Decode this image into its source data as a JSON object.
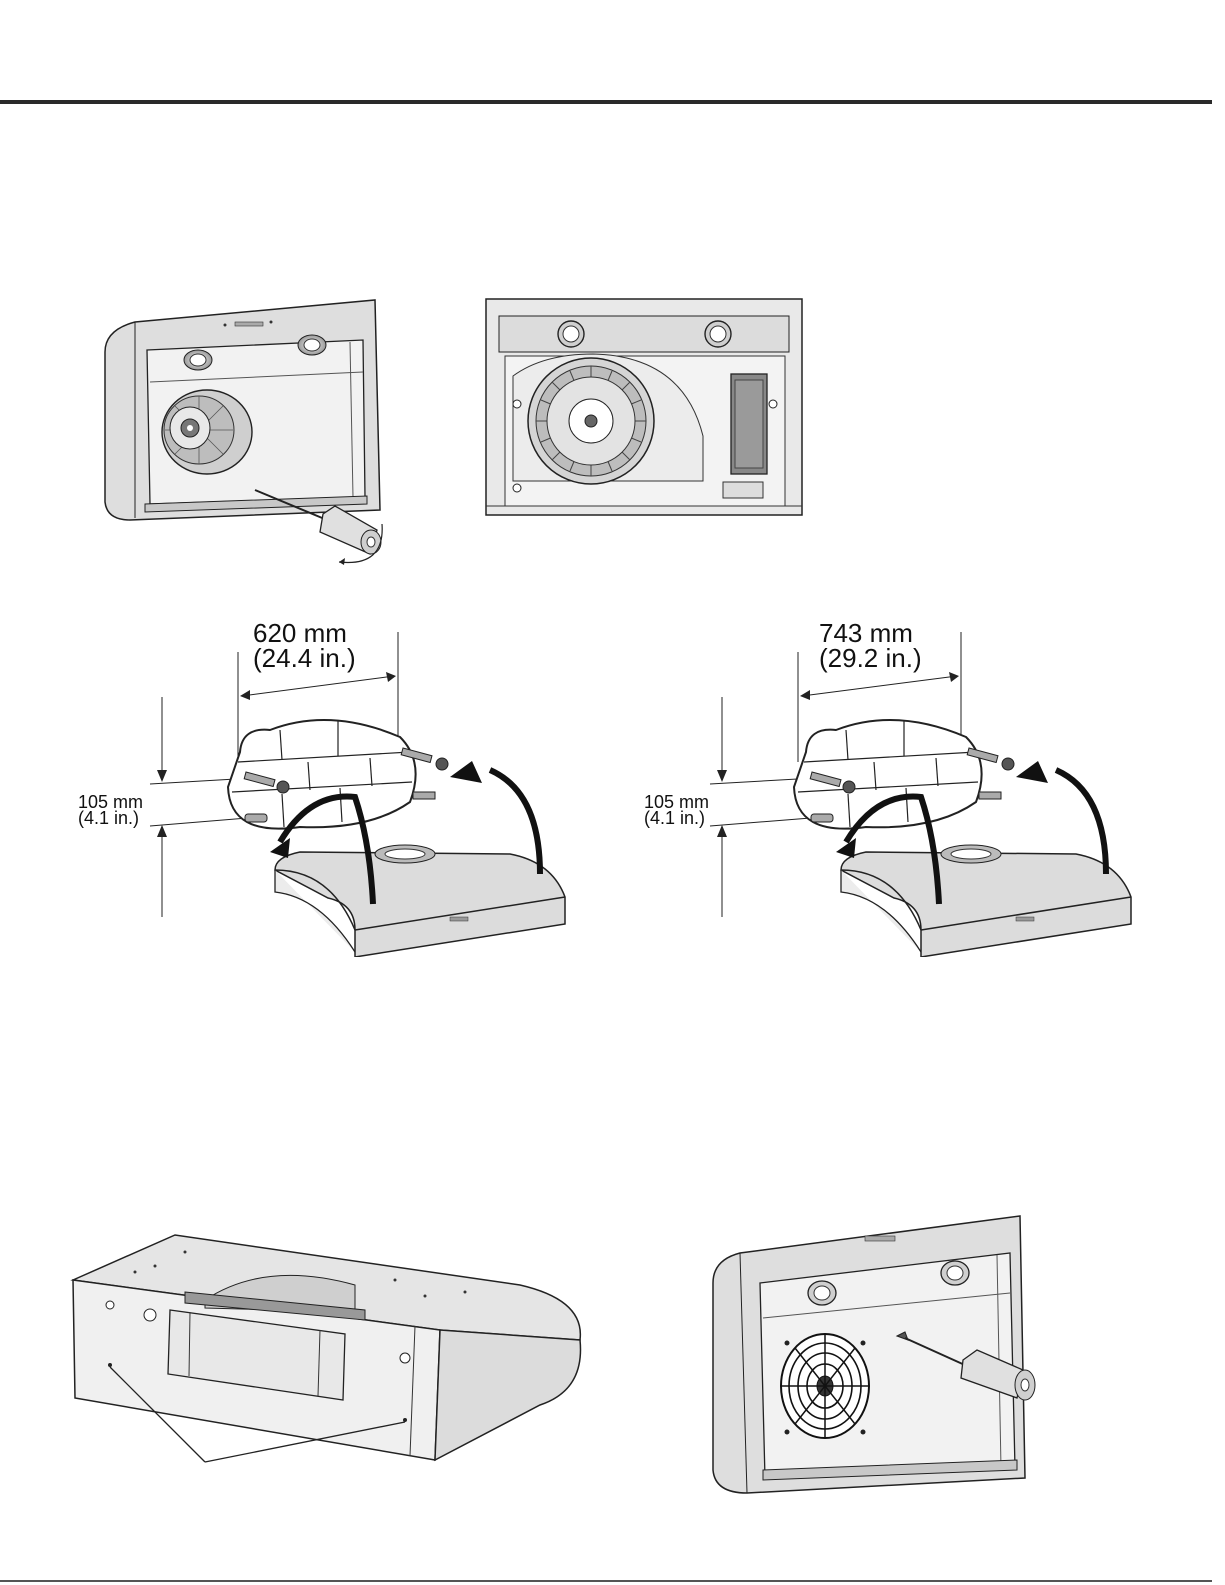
{
  "figures": {
    "mount_620": {
      "width_mm": "620 mm",
      "width_in": "(24.4 in.)",
      "height_mm": "105 mm",
      "height_in": "(4.1 in.)"
    },
    "mount_743": {
      "width_mm": "743 mm",
      "width_in": "(29.2 in.)",
      "height_mm": "105 mm",
      "height_in": "(4.1 in.)"
    }
  },
  "colors": {
    "line": "#222222",
    "metal_light": "#e6e6e6",
    "metal_mid": "#cfcfcf",
    "metal_dark": "#a8a8a8"
  }
}
